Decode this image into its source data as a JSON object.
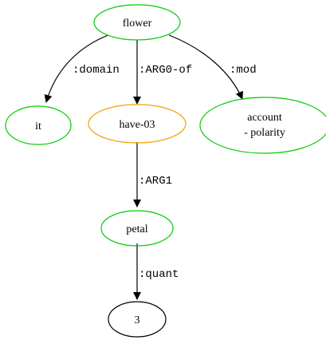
{
  "colors": {
    "concept_node_stroke": "#00cc00",
    "predicate_node_stroke": "#f0a000",
    "constant_node_stroke": "#000000",
    "edge": "#000000"
  },
  "nodes": {
    "flower": {
      "line1": "flower",
      "line2": ""
    },
    "it": {
      "line1": "it",
      "line2": ""
    },
    "have03": {
      "line1": "have-03",
      "line2": ""
    },
    "account": {
      "line1": "account",
      "line2": "- polarity"
    },
    "petal": {
      "line1": "petal",
      "line2": ""
    },
    "three": {
      "line1": "3",
      "line2": ""
    }
  },
  "edges": {
    "domain": ":domain",
    "arg0of": ":ARG0-of",
    "mod": ":mod",
    "arg1": ":ARG1",
    "quant": ":quant"
  }
}
